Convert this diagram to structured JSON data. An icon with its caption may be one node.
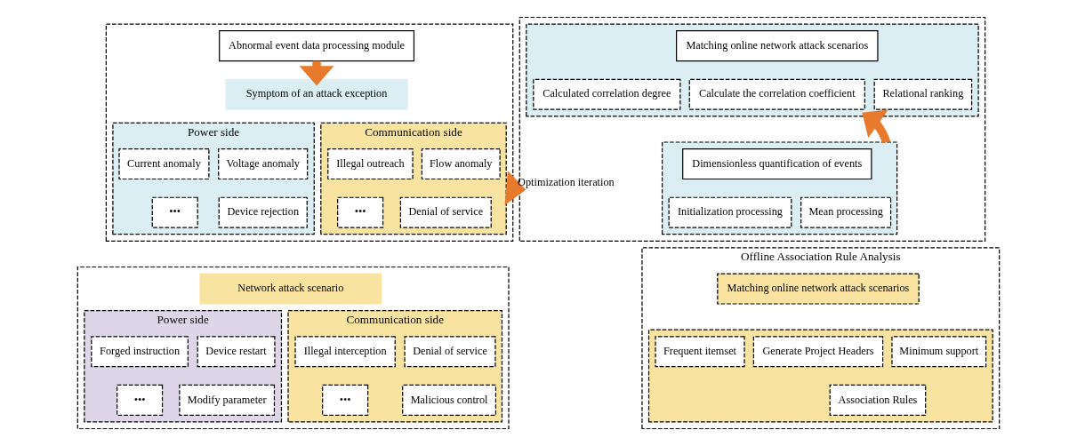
{
  "diagram": {
    "nodes": [
      {
        "text": [],
        "shape": "box"
      },
      {
        "text": [
          "Abnormal event data processing module"
        ],
        "in": 0
      },
      {
        "text": [
          "Symptom of an attack exception"
        ],
        "in": 0
      },
      {
        "text": [
          "Power side"
        ],
        "in": 0
      },
      {
        "text": [
          "Voltage anomaly"
        ],
        "in": 3
      },
      {
        "text": [
          "Current anomaly"
        ],
        "in": 3
      },
      {
        "text": [
          "Device rejection"
        ],
        "in": 3
      },
      {
        "text": [
          "•••"
        ],
        "in": 3
      },
      {
        "text": [
          "Communication side"
        ],
        "in": 0
      },
      {
        "text": [
          "Flow anomaly"
        ],
        "in": 8
      },
      {
        "text": [
          "Illegal outreach"
        ],
        "in": 8
      },
      {
        "text": [
          "Denial of service"
        ],
        "in": 8
      },
      {
        "text": [
          "•••"
        ],
        "in": 8
      },
      {
        "text": [],
        "shape": "box"
      },
      {
        "text": [
          "Network attack scenario"
        ],
        "in": 13
      },
      {
        "text": [
          "Power side"
        ],
        "in": 13
      },
      {
        "text": [
          "Device restart"
        ],
        "in": 15
      },
      {
        "text": [
          "Forged instruction"
        ],
        "in": 15
      },
      {
        "text": [
          "Modify parameter"
        ],
        "in": 15
      },
      {
        "text": [
          "•••"
        ],
        "in": 15
      },
      {
        "text": [
          "Communication side"
        ],
        "in": 13
      },
      {
        "text": [
          "Denial of service"
        ],
        "in": 20
      },
      {
        "text": [
          "Illegal interception"
        ],
        "in": 20
      },
      {
        "text": [
          "Malicious control"
        ],
        "in": 20
      },
      {
        "text": [
          "•••"
        ],
        "in": 20
      },
      {
        "text": [],
        "shape": "box"
      },
      {
        "text": [],
        "shape": "box",
        "in": 25
      },
      {
        "text": [
          "Matching online network attack scenarios"
        ],
        "in": 26
      },
      {
        "text": [
          "Calculated correlation degree"
        ],
        "in": 26
      },
      {
        "text": [
          "Calculate the correlation coefficient"
        ],
        "in": 26
      },
      {
        "text": [
          "Relational ranking"
        ],
        "in": 26
      },
      {
        "text": [],
        "shape": "box",
        "in": 25
      },
      {
        "text": [
          "Dimensionless quantification of events"
        ],
        "in": 31
      },
      {
        "text": [
          "Initialization processing"
        ],
        "in": 31
      },
      {
        "text": [
          "Mean processing"
        ],
        "in": 31
      },
      {
        "text": [
          "Offline Association Rule Analysis"
        ]
      },
      {
        "text": [
          "Matching online network attack scenarios"
        ],
        "in": 35
      },
      {
        "text": [],
        "shape": "box",
        "in": 35
      },
      {
        "text": [
          "Minimum support"
        ],
        "in": 37
      },
      {
        "text": [
          "Generate Project Headers"
        ],
        "in": 37
      },
      {
        "text": [
          "Frequent itemset"
        ],
        "in": 37
      },
      {
        "text": [
          "Association Rules"
        ],
        "in": 37
      }
    ],
    "edges": [
      {
        "from": 1,
        "to": 2,
        "arrow": "to"
      },
      {
        "from": 31,
        "to": 26,
        "arrow": "to"
      },
      {
        "from": 0,
        "to": 25,
        "arrow": "to",
        "label": "Optimization iteration"
      }
    ]
  }
}
